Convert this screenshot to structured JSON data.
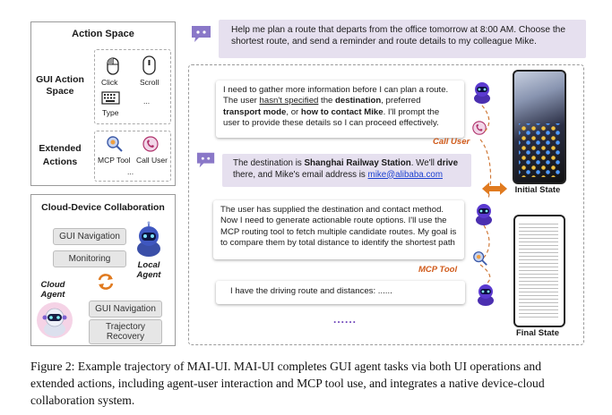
{
  "action_space": {
    "title": "Action Space",
    "gui_label_1": "GUI Action",
    "gui_label_2": "Space",
    "ext_label_1": "Extended",
    "ext_label_2": "Actions",
    "click": "Click",
    "scroll": "Scroll",
    "type": "Type",
    "ellipsis": "...",
    "mcp_tool": "MCP Tool",
    "call_user": "Call User"
  },
  "collab": {
    "title": "Cloud-Device Collaboration",
    "gui_nav": "GUI Navigation",
    "monitoring": "Monitoring",
    "local_1": "Local",
    "local_2": "Agent",
    "cloud_1": "Cloud",
    "cloud_2": "Agent",
    "gui_nav_2": "GUI Navigation",
    "traj_1": "Trajectory",
    "traj_2": "Recovery"
  },
  "user_msg_1": "Help me plan a route that departs from the office tomorrow at 8:00 AM. Choose the shortest route, and send a reminder and route details to my colleague Mike.",
  "agent_msg_1": {
    "p1": "I need to gather more information before I can plan a route. The user ",
    "u1": "hasn't specified",
    "p2": " the ",
    "b1": "destination",
    "p3": ", preferred ",
    "b2": "transport mode",
    "p4": ", or ",
    "b3": "how to contact Mike",
    "p5": ". I'll prompt the user to provide these details so I can proceed effectively."
  },
  "call_user_tag": "Call User",
  "user_msg_2": {
    "p1": "The destination is ",
    "b1": "Shanghai Railway Station",
    "p2": ". We'll ",
    "b2": "drive",
    "p3": " there, and Mike's email address is ",
    "email": "mike@alibaba.com"
  },
  "agent_msg_2": "The user has supplied the destination and contact method. Now I need to generate actionable route options. I'll use the MCP routing tool to fetch multiple candidate routes. My goal is to compare them by total distance to identify the shortest path",
  "mcp_tool_tag": "MCP Tool",
  "agent_msg_3": "I have the driving route and distances: ......",
  "dots": "......",
  "initial_state": "Initial State",
  "final_state": "Final State",
  "caption": "Figure 2: Example trajectory of MAI-UI. MAI-UI completes GUI agent tasks via both UI operations and extended actions, including agent-user interaction and MCP tool use, and integrates a native device-cloud collaboration system."
}
